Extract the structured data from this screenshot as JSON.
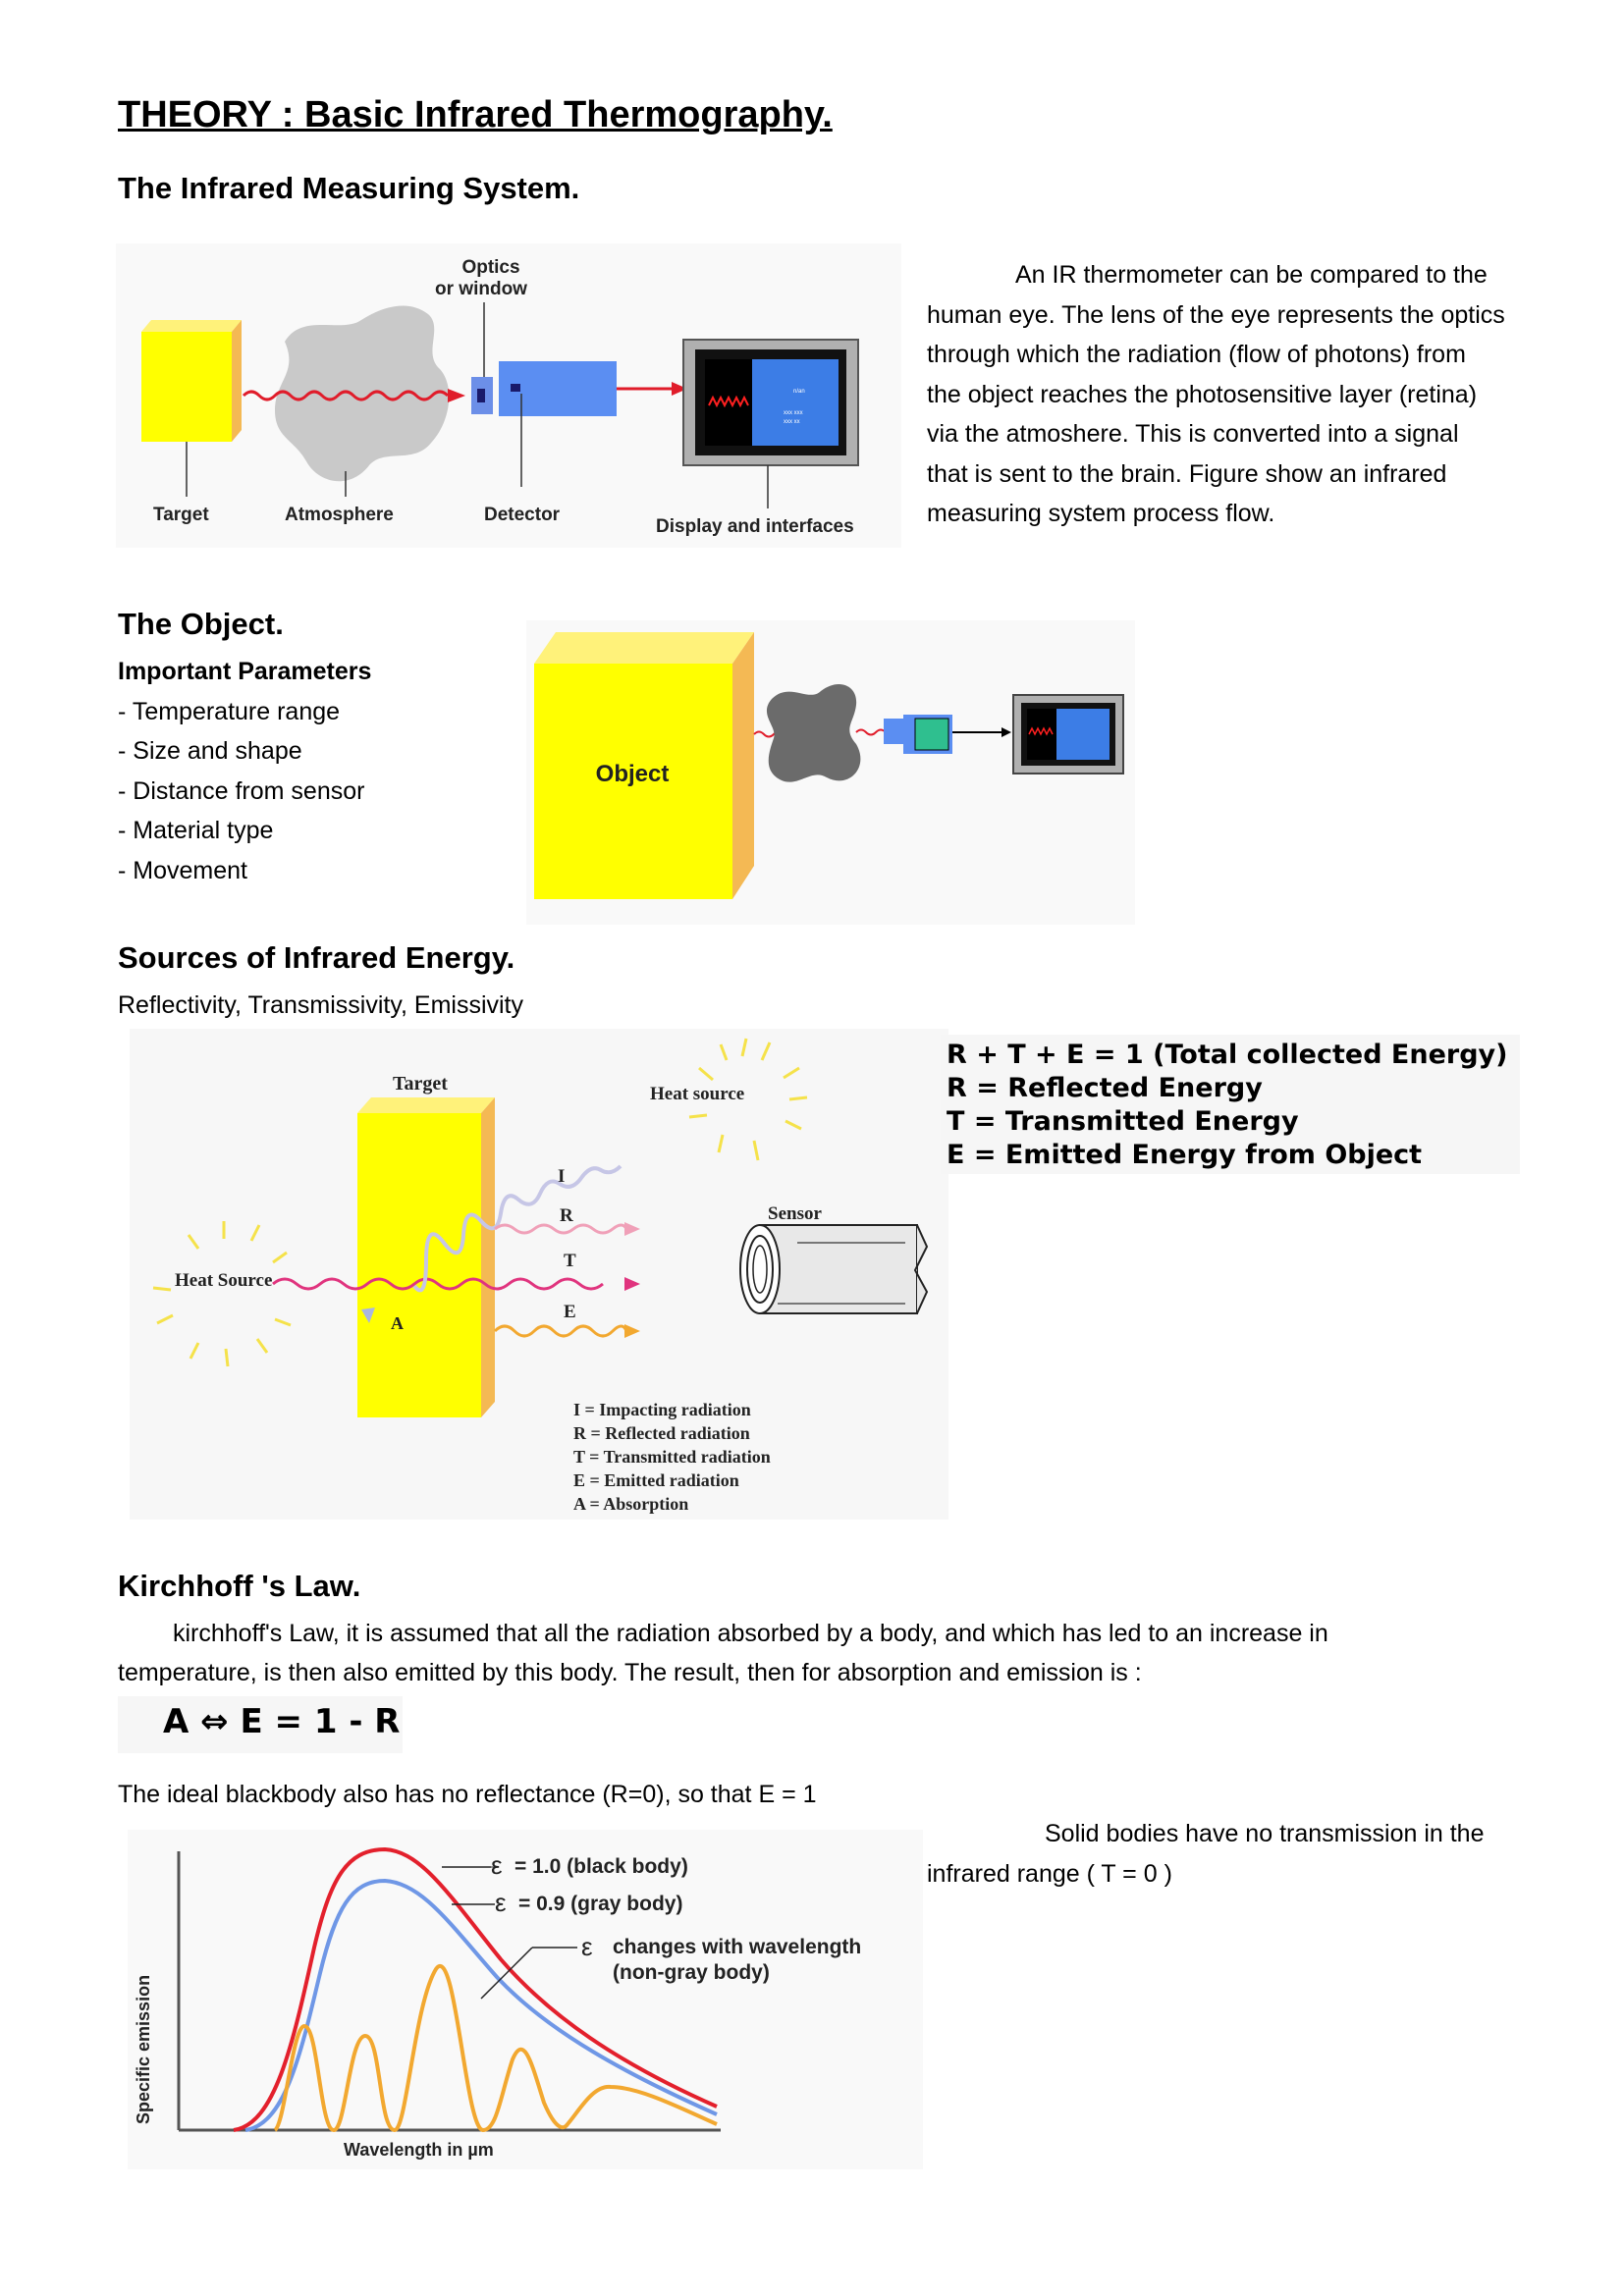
{
  "title": "THEORY : Basic Infrared Thermography.",
  "section1": {
    "heading": "The Infrared Measuring System.",
    "diagram": {
      "optics_label_1": "Optics",
      "optics_label_2": "or window",
      "target": "Target",
      "atmosphere": "Atmosphere",
      "detector": "Detector",
      "display": "Display and interfaces",
      "screen_text_1": "n/an",
      "screen_text_2": "xxx xxx",
      "screen_text_3": "xxx xx"
    },
    "paragraph": "An IR thermometer can be compared to the human eye. The lens of the eye represents the optics through which the radiation (flow of photons) from  the object reaches the photosensitive layer (retina) via the atmoshere. This is converted into a signal that is sent to the brain. Figure show an infrared measuring system process flow."
  },
  "section2": {
    "heading": "The Object.",
    "subheading": "Important Parameters",
    "items": [
      "- Temperature range",
      "- Size and shape",
      "- Distance from  sensor",
      "- Material type",
      "- Movement"
    ],
    "object_label": "Object"
  },
  "section3": {
    "heading": "Sources of Infrared Energy.",
    "subtitle": "Reflectivity, Transmissivity, Emissivity",
    "diagram": {
      "target": "Target",
      "heat_source_top": "Heat source",
      "heat_source_left": "Heat Source",
      "sensor": "Sensor",
      "I": "I",
      "R": "R",
      "T": "T",
      "E": "E",
      "A": "A",
      "legend": [
        "I  = Impacting radiation",
        "R = Reflected radiation",
        "T = Transmitted radiation",
        "E = Emitted radiation",
        "A = Absorption"
      ]
    },
    "equations": [
      "R + T + E = 1  (Total collected Energy)",
      "R = Reflected Energy",
      "T = Transmitted Energy",
      "E = Emitted Energy from  Object"
    ]
  },
  "section4": {
    "heading": "Kirchhoff 's Law.",
    "paragraph": "kirchhoff's Law, it is assumed that all the radiation absorbed by a body, and which has led to an increase in temperature, is then also emitted by this body. The result, then for absorption and emission is :",
    "formula": "A ⇔ E = 1 - R",
    "ideal_line": "The ideal blackbody also has no reflectance (R=0), so that E = 1",
    "side_note": "Solid bodies have no transmission in the infrared range ( T = 0 )",
    "chart": {
      "ylabel": "Specific emission",
      "xlabel": "Wavelength in µm",
      "label_black": "= 1.0 (black body)",
      "label_gray": "= 0.9 (gray body)",
      "label_nongray_1": "changes with wavelength",
      "label_nongray_2": "(non-gray body)",
      "epsilon": "ε"
    }
  },
  "colors": {
    "yellow": "#ffff00",
    "orange_side": "#f7c26b",
    "red_wave": "#e01c2a",
    "detector_blue": "#5b8ef2",
    "black_body": "#e3202c",
    "gray_body": "#6f97e6",
    "non_gray": "#f2a830"
  }
}
